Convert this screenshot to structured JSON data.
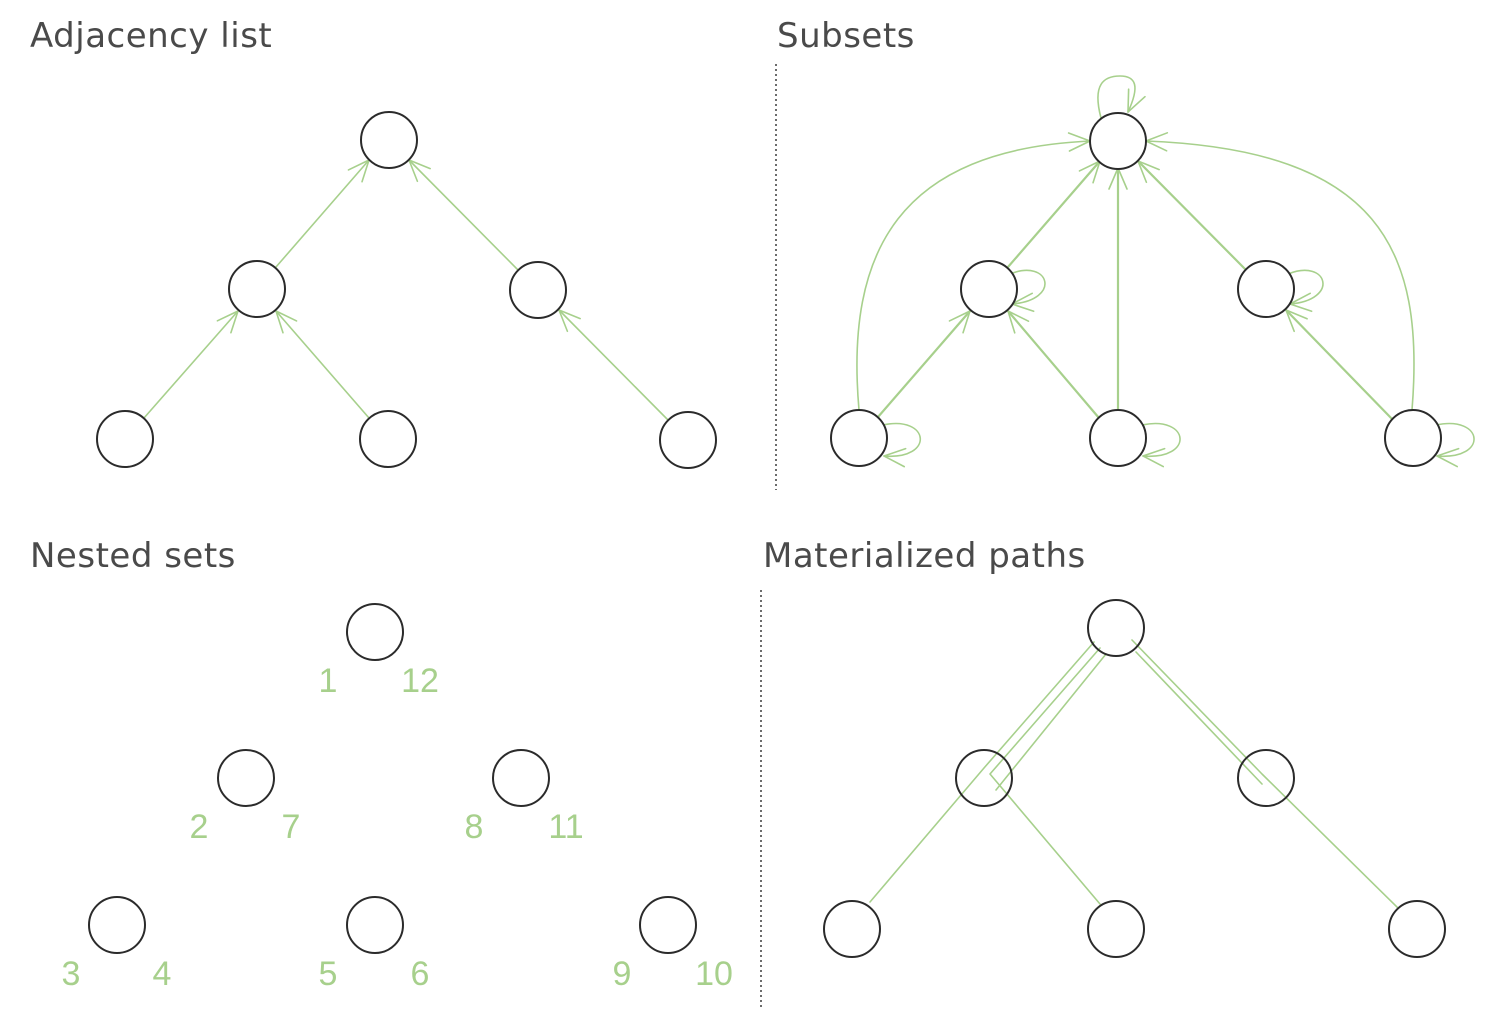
{
  "titles": {
    "adjacency": "Adjacency list",
    "subsets": "Subsets",
    "nested": "Nested sets",
    "materialized": "Materialized paths"
  },
  "nested_labels": {
    "root": {
      "left": "1",
      "right": "12"
    },
    "a": {
      "left": "2",
      "right": "7"
    },
    "b": {
      "left": "8",
      "right": "11"
    },
    "a1": {
      "left": "3",
      "right": "4"
    },
    "a2": {
      "left": "5",
      "right": "6"
    },
    "b1": {
      "left": "9",
      "right": "10"
    }
  },
  "colors": {
    "edge": "#a7d08c",
    "node_stroke": "#2b2b2b",
    "title": "#4a4a4a",
    "label": "#a7d08c"
  }
}
